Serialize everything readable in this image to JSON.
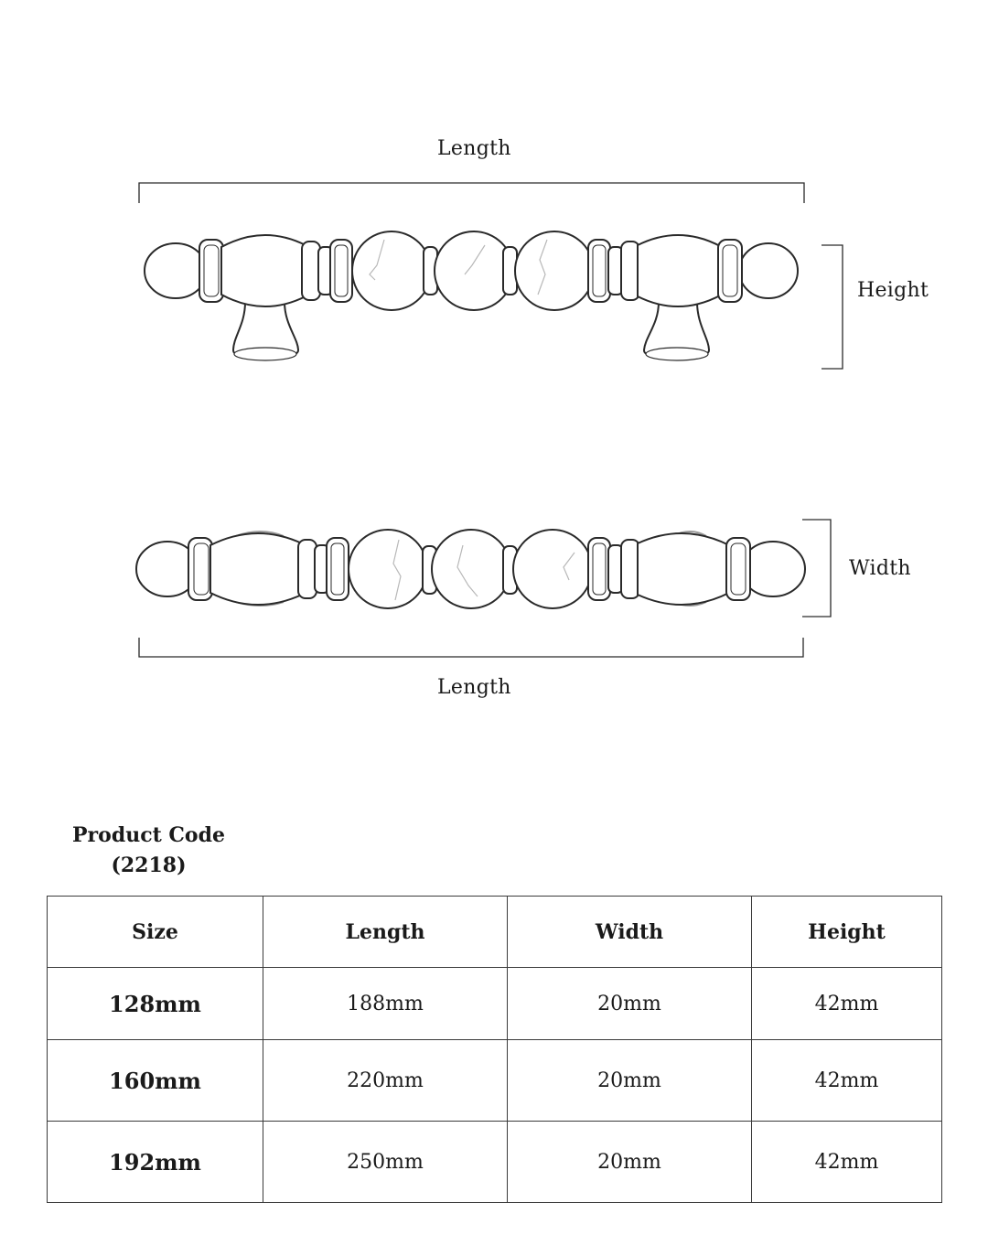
{
  "diagram": {
    "top_view": {
      "length_label": "Length",
      "height_label": "Height"
    },
    "bottom_view": {
      "width_label": "Width",
      "length_label": "Length"
    }
  },
  "product": {
    "code_label": "Product Code",
    "code": "(2218)"
  },
  "table": {
    "headers": [
      "Size",
      "Length",
      "Width",
      "Height"
    ],
    "rows": [
      [
        "128mm",
        "188mm",
        "20mm",
        "42mm"
      ],
      [
        "160mm",
        "220mm",
        "20mm",
        "42mm"
      ],
      [
        "192mm",
        "250mm",
        "20mm",
        "42mm"
      ]
    ]
  }
}
